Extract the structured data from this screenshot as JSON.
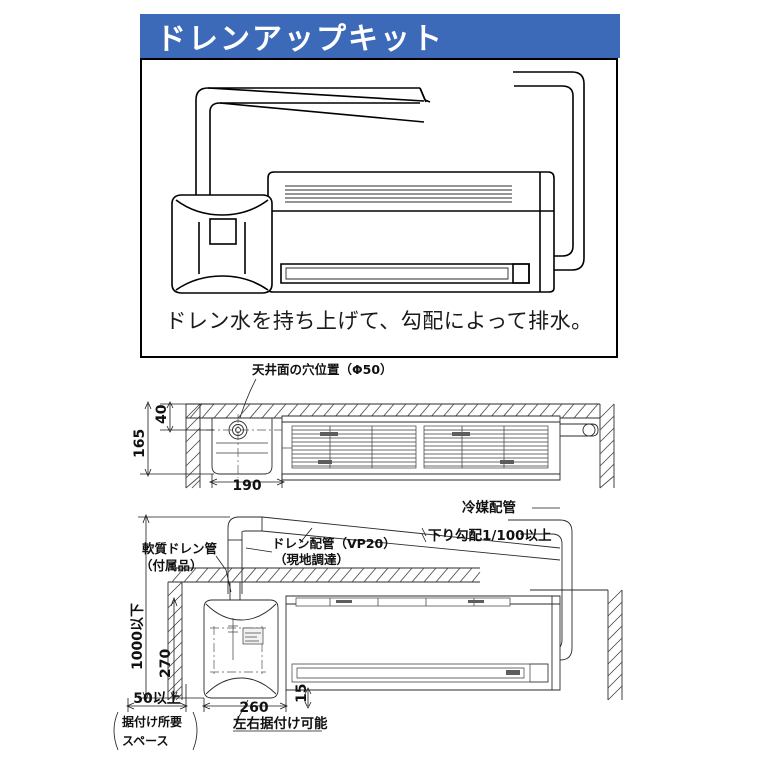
{
  "banner": {
    "title": "ドレンアップキット",
    "background_color": "#3d6ab8",
    "text_color": "#ffffff"
  },
  "hero": {
    "caption": "ドレン水を持ち上げて、勾配によって排水。",
    "illustration_name": "drain-up-kit-with-indoor-unit-and-piping"
  },
  "top_view_diagram": {
    "callout": "天井面の穴位置（Φ50）",
    "dimensions": {
      "height_total": "165",
      "height_offset": "40",
      "depth": "190"
    }
  },
  "side_view_diagram": {
    "labels": {
      "soft_drain_pipe": "軟質ドレン管",
      "soft_drain_pipe_note": "（付属品）",
      "drain_piping": "ドレン配管（VP20）",
      "drain_piping_note": "（現地調達）",
      "refrigerant_piping": "冷媒配管",
      "slope_note": "下り勾配1/100以上",
      "mount_note": "左右据付け可能",
      "space_note_line1": "据付け所要",
      "space_note_line2": "スペース"
    },
    "dimensions": {
      "max_lift": "1000以下",
      "unit_height": "270",
      "side_clearance": "50以上",
      "unit_width": "260",
      "bottom_gap": "15"
    }
  },
  "colors": {
    "banner_blue": "#3d6ab8",
    "line_black": "#000000",
    "hatch_gray": "#4a4a4a",
    "text_dark": "#111111"
  }
}
